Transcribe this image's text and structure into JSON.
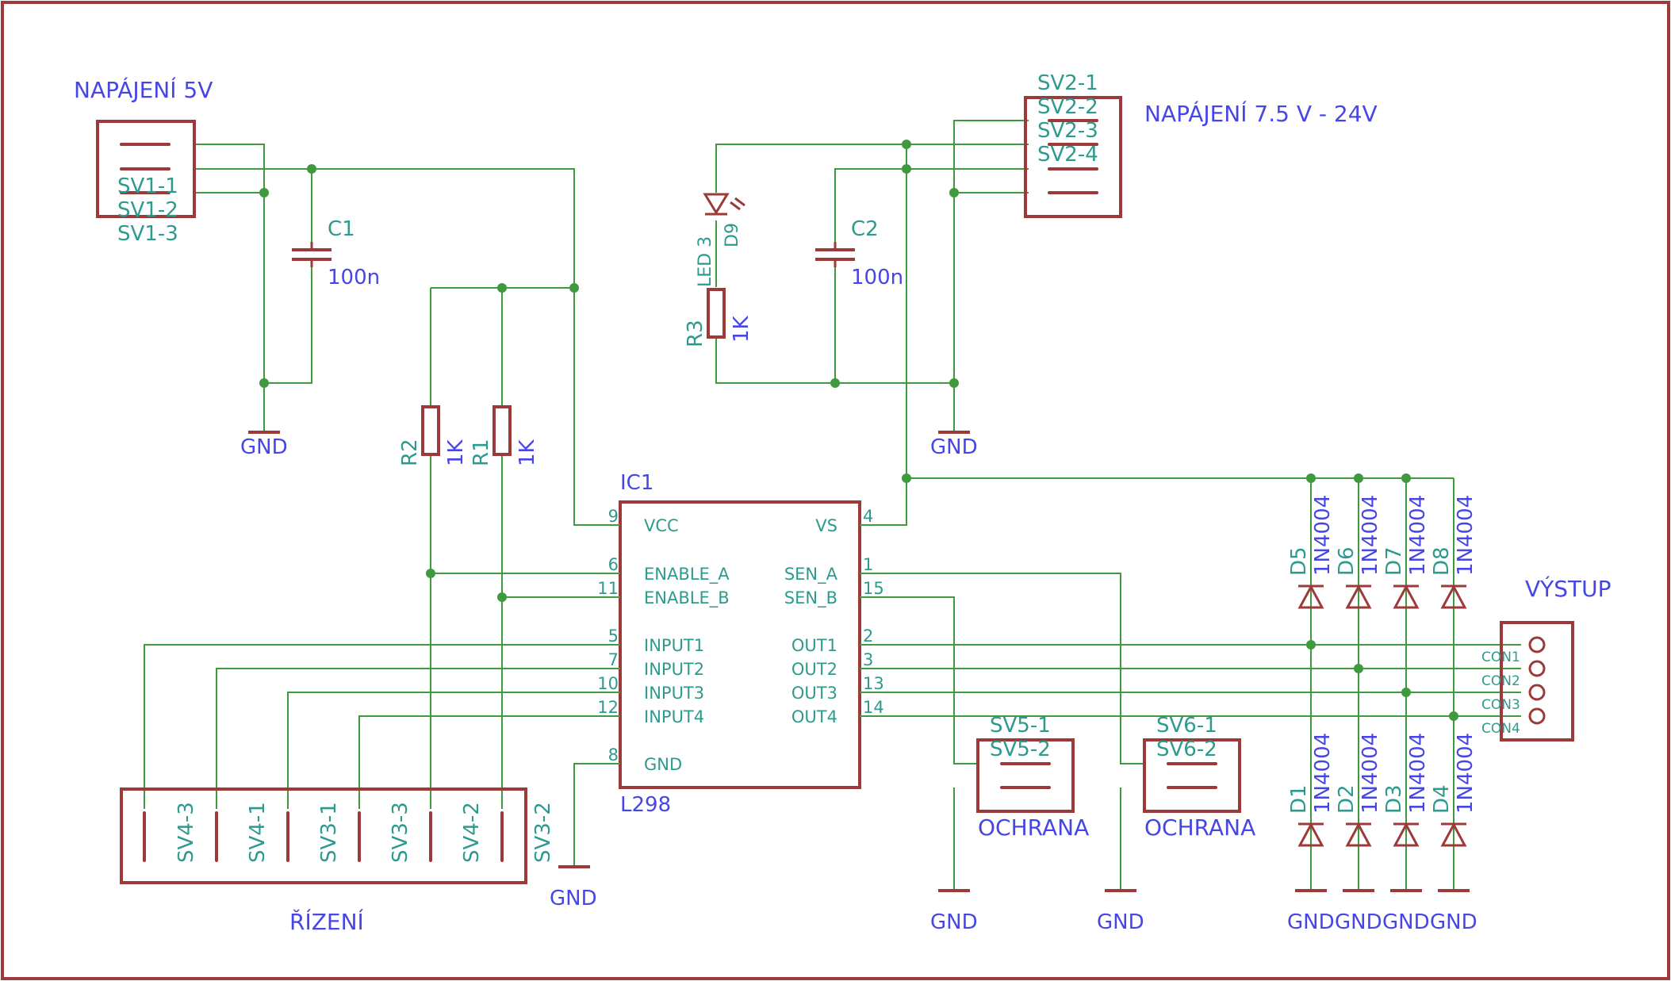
{
  "connectors": {
    "napajeni5v": {
      "title": "NAPÁJENÍ 5V",
      "pins": [
        "SV1-1",
        "SV1-2",
        "SV1-3"
      ]
    },
    "napajeni24v": {
      "title": "NAPÁJENÍ 7.5 V - 24V",
      "pins": [
        "SV2-1",
        "SV2-2",
        "SV2-3",
        "SV2-4"
      ]
    },
    "rizeni": {
      "title": "ŘÍZENÍ",
      "pins": [
        "SV4-3",
        "SV4-1",
        "SV3-1",
        "SV3-3",
        "SV4-2",
        "SV3-2"
      ]
    },
    "ochrana1": {
      "title": "OCHRANA",
      "pins": [
        "SV5-1",
        "SV5-2"
      ]
    },
    "ochrana2": {
      "title": "OCHRANA",
      "pins": [
        "SV6-1",
        "SV6-2"
      ]
    },
    "vystup": {
      "title": "VÝSTUP",
      "pins": [
        "CON1",
        "CON2",
        "CON3",
        "CON4"
      ]
    }
  },
  "capacitors": {
    "c1": {
      "name": "C1",
      "value": "100n"
    },
    "c2": {
      "name": "C2",
      "value": "100n"
    }
  },
  "resistors": {
    "r1": {
      "name": "R1",
      "value": "1K"
    },
    "r2": {
      "name": "R2",
      "value": "1K"
    },
    "r3": {
      "name": "R3",
      "value": "1K"
    }
  },
  "led": {
    "name": "D9",
    "value": "LED 3"
  },
  "diodes": {
    "value": "1N4004",
    "top": [
      "D5",
      "D6",
      "D7",
      "D8"
    ],
    "bottom": [
      "D1",
      "D2",
      "D3",
      "D4"
    ]
  },
  "ic": {
    "name": "IC1",
    "part": "L298",
    "left_pins": [
      {
        "num": "9",
        "label": "VCC"
      },
      {
        "num": "6",
        "label": "ENABLE_A"
      },
      {
        "num": "11",
        "label": "ENABLE_B"
      },
      {
        "num": "5",
        "label": "INPUT1"
      },
      {
        "num": "7",
        "label": "INPUT2"
      },
      {
        "num": "10",
        "label": "INPUT3"
      },
      {
        "num": "12",
        "label": "INPUT4"
      },
      {
        "num": "8",
        "label": "GND"
      }
    ],
    "right_pins": [
      {
        "num": "4",
        "label": "VS"
      },
      {
        "num": "1",
        "label": "SEN_A"
      },
      {
        "num": "15",
        "label": "SEN_B"
      },
      {
        "num": "2",
        "label": "OUT1"
      },
      {
        "num": "3",
        "label": "OUT2"
      },
      {
        "num": "13",
        "label": "OUT3"
      },
      {
        "num": "14",
        "label": "OUT4"
      }
    ]
  },
  "gnd_label": "GND"
}
